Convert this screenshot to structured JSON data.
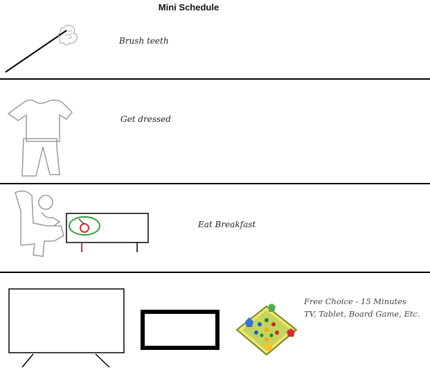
{
  "title": "Mini Schedule",
  "rows": [
    {
      "label": "Brush teeth",
      "icon": "toothbrush-icon"
    },
    {
      "label": "Get dressed",
      "icon": "clothes-icon"
    },
    {
      "label": "Eat Breakfast",
      "icon": "breakfast-table-icon"
    },
    {
      "label_line1": "Free Choice - 15 Minutes",
      "label_line2": "TV, Tablet, Board Game, Etc.",
      "icons": [
        "tv-icon",
        "tablet-icon",
        "board-game-icon"
      ]
    }
  ],
  "colors": {
    "line": "#000000",
    "sketch_gray": "#9a9a9a",
    "plate_green": "#2e9d3a",
    "cup_red": "#d22b2b"
  }
}
